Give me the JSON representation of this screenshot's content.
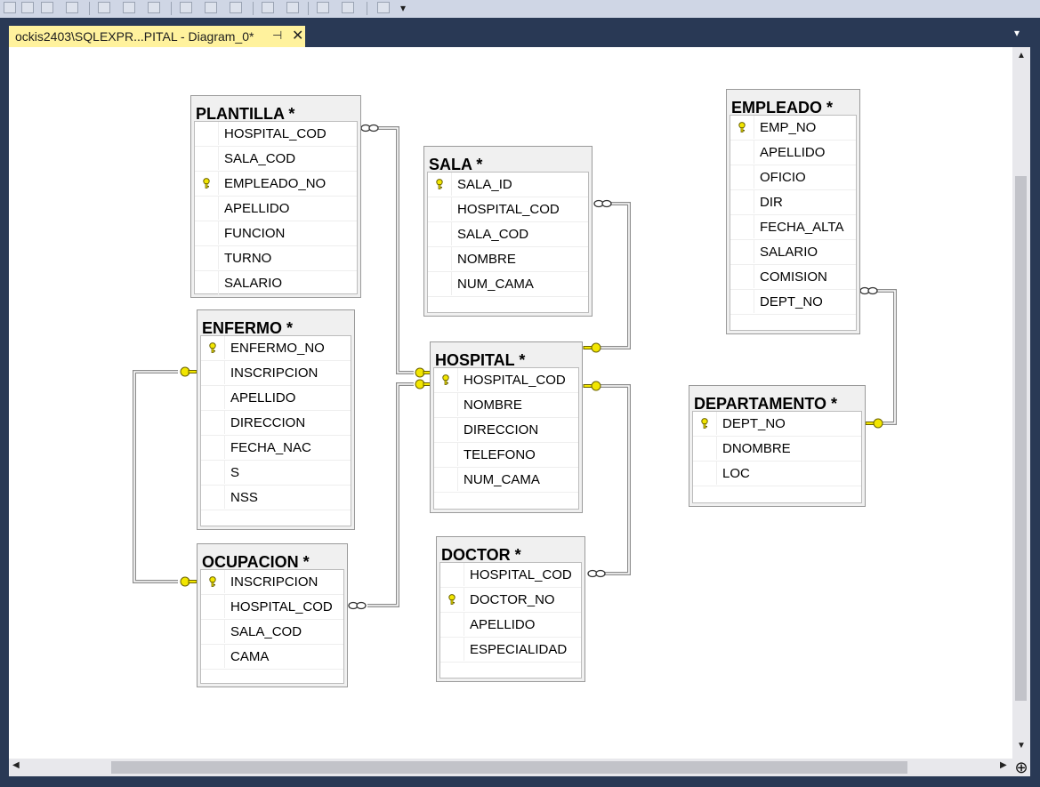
{
  "toolbar": {
    "icons": [
      "edit-icon",
      "layout-icon",
      "save-icon",
      "relationship-icon",
      "manage-indexes-icon",
      "table-icon",
      "add-table-icon",
      "add-related-icon",
      "arrange-icon",
      "view-icon",
      "grid-icon",
      "align-icon",
      "indent-icon",
      "outdent-icon",
      "zoom-icon"
    ],
    "overflow_label": "▾"
  },
  "tab": {
    "title": "ockis2403\\SQLEXPR...PITAL - Diagram_0*",
    "pin_label": "⊣",
    "close_label": "✕",
    "menu_label": "▾"
  },
  "scrollbars": {
    "up_label": "▲",
    "down_label": "▼",
    "left_label": "◀",
    "right_label": "▶",
    "corner_label": "⊕"
  },
  "tables": {
    "plantilla": {
      "title": "PLANTILLA *",
      "columns": [
        {
          "name": "HOSPITAL_COD",
          "key": false
        },
        {
          "name": "SALA_COD",
          "key": false
        },
        {
          "name": "EMPLEADO_NO",
          "key": true
        },
        {
          "name": "APELLIDO",
          "key": false
        },
        {
          "name": "FUNCION",
          "key": false
        },
        {
          "name": "TURNO",
          "key": false
        },
        {
          "name": "SALARIO",
          "key": false
        }
      ]
    },
    "sala": {
      "title": "SALA *",
      "columns": [
        {
          "name": "SALA_ID",
          "key": true
        },
        {
          "name": "HOSPITAL_COD",
          "key": false
        },
        {
          "name": "SALA_COD",
          "key": false
        },
        {
          "name": "NOMBRE",
          "key": false
        },
        {
          "name": "NUM_CAMA",
          "key": false
        }
      ]
    },
    "empleado": {
      "title": "EMPLEADO *",
      "columns": [
        {
          "name": "EMP_NO",
          "key": true
        },
        {
          "name": "APELLIDO",
          "key": false
        },
        {
          "name": "OFICIO",
          "key": false
        },
        {
          "name": "DIR",
          "key": false
        },
        {
          "name": "FECHA_ALTA",
          "key": false
        },
        {
          "name": "SALARIO",
          "key": false
        },
        {
          "name": "COMISION",
          "key": false
        },
        {
          "name": "DEPT_NO",
          "key": false
        }
      ]
    },
    "enfermo": {
      "title": "ENFERMO *",
      "columns": [
        {
          "name": "ENFERMO_NO",
          "key": true
        },
        {
          "name": "INSCRIPCION",
          "key": false
        },
        {
          "name": "APELLIDO",
          "key": false
        },
        {
          "name": "DIRECCION",
          "key": false
        },
        {
          "name": "FECHA_NAC",
          "key": false
        },
        {
          "name": "S",
          "key": false
        },
        {
          "name": "NSS",
          "key": false
        }
      ]
    },
    "hospital": {
      "title": "HOSPITAL *",
      "columns": [
        {
          "name": "HOSPITAL_COD",
          "key": true
        },
        {
          "name": "NOMBRE",
          "key": false
        },
        {
          "name": "DIRECCION",
          "key": false
        },
        {
          "name": "TELEFONO",
          "key": false
        },
        {
          "name": "NUM_CAMA",
          "key": false
        }
      ]
    },
    "departamento": {
      "title": "DEPARTAMENTO *",
      "columns": [
        {
          "name": "DEPT_NO",
          "key": true
        },
        {
          "name": "DNOMBRE",
          "key": false
        },
        {
          "name": "LOC",
          "key": false
        }
      ]
    },
    "ocupacion": {
      "title": "OCUPACION *",
      "columns": [
        {
          "name": "INSCRIPCION",
          "key": true
        },
        {
          "name": "HOSPITAL_COD",
          "key": false
        },
        {
          "name": "SALA_COD",
          "key": false
        },
        {
          "name": "CAMA",
          "key": false
        }
      ]
    },
    "doctor": {
      "title": "DOCTOR *",
      "columns": [
        {
          "name": "HOSPITAL_COD",
          "key": false
        },
        {
          "name": "DOCTOR_NO",
          "key": true
        },
        {
          "name": "APELLIDO",
          "key": false
        },
        {
          "name": "ESPECIALIDAD",
          "key": false
        }
      ]
    }
  },
  "relationships": [
    {
      "from": "plantilla",
      "to": "hospital"
    },
    {
      "from": "sala",
      "to": "hospital"
    },
    {
      "from": "doctor",
      "to": "hospital"
    },
    {
      "from": "ocupacion",
      "to": "hospital"
    },
    {
      "from": "ocupacion",
      "to": "enfermo"
    },
    {
      "from": "empleado",
      "to": "departamento"
    }
  ],
  "colors": {
    "chrome": "#293955",
    "tab_active": "#fff29d",
    "key_yellow": "#f2e600",
    "line_gray": "#8c8c8c"
  }
}
